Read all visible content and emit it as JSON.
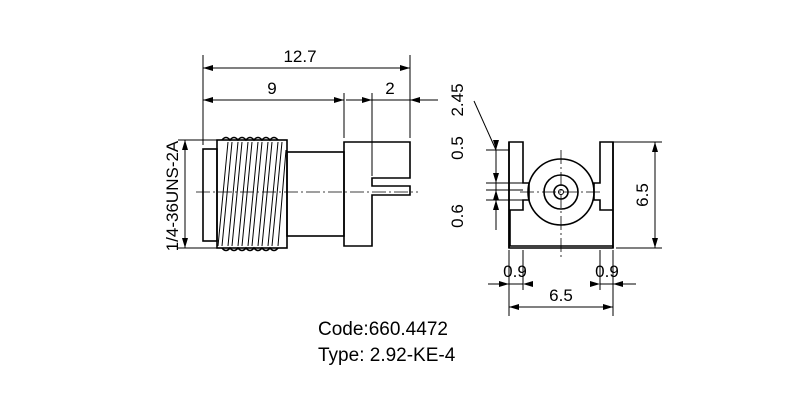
{
  "side_view": {
    "overall_length": "12.7",
    "body_length": "9",
    "flange_length": "2",
    "thread_spec": "1/4-36UNS-2A"
  },
  "front_view": {
    "dim_top_gap": "2.45",
    "dim_slot_upper": "0.5",
    "dim_slot_lower": "0.6",
    "height": "6.5",
    "width": "6.5",
    "left_inset": "0.9",
    "right_inset": "0.9"
  },
  "part": {
    "code": "Code:660.4472",
    "type": "Type: 2.92-KE-4"
  }
}
